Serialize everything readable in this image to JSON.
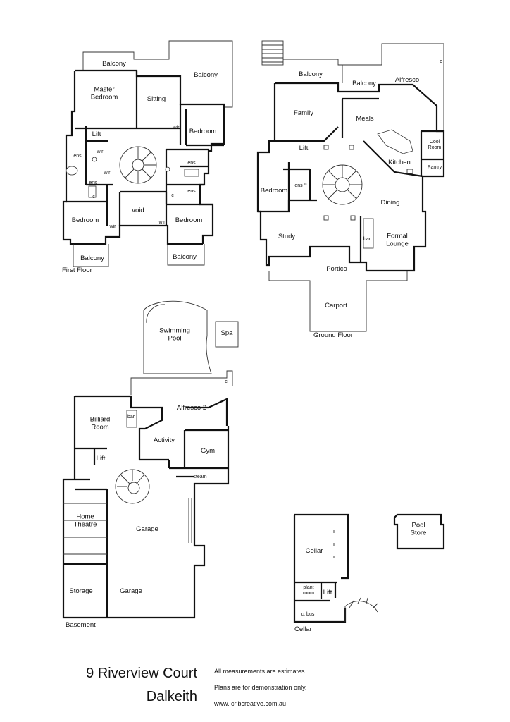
{
  "first_floor": {
    "label": "First Floor",
    "rooms": {
      "balcony_top": "Balcony",
      "balcony_right": "Balcony",
      "master_bedroom": "Master\nBedroom",
      "sitting": "Sitting",
      "lift": "Lift",
      "bedroom_ne": "Bedroom",
      "wir_ne": "wir",
      "ens_master": "ens",
      "wir_master_a": "wir",
      "wir_master_b": "wir",
      "ens_center": "ens",
      "ens_right": "ens",
      "ens_right2": "ens",
      "c_small": "c",
      "c_left": "c",
      "void": "void",
      "bedroom_sw": "Bedroom",
      "wir_sw": "wir",
      "wir_se": "wir",
      "bedroom_se": "Bedroom",
      "balcony_sw": "Balcony",
      "balcony_se": "Balcony"
    }
  },
  "ground_floor": {
    "label": "Ground Floor",
    "rooms": {
      "balcony_left": "Balcony",
      "balcony_mid": "Balcony",
      "alfresco": "Alfresco",
      "c": "c",
      "family": "Family",
      "meals": "Meals",
      "lift": "Lift",
      "cool_room": "Cool\nRoom",
      "pantry": "Pantry",
      "kitchen": "Kitchen",
      "bedroom": "Bedroom",
      "ens": "ens",
      "c_small": "c",
      "dining": "Dining",
      "study": "Study",
      "bar": "bar",
      "formal_lounge": "Formal\nLounge",
      "portico": "Portico",
      "carport": "Carport"
    }
  },
  "basement": {
    "label": "Basement",
    "rooms": {
      "swimming_pool": "Swimming\nPool",
      "spa": "Spa",
      "alfresco2": "Alfresco 2",
      "c": "c",
      "billiard_room": "Billiard\nRoom",
      "bar": "bar",
      "activity": "Activity",
      "gym": "Gym",
      "lift": "Lift",
      "steam": "steam",
      "home_theatre": "Home\nTheatre",
      "garage_upper": "Garage",
      "garage_lower": "Garage",
      "storage": "Storage"
    }
  },
  "cellar": {
    "label": "Cellar",
    "rooms": {
      "cellar": "Cellar",
      "plant_room": "plant\nroom",
      "lift": "Lift",
      "c_bus": "c. bus",
      "pool_store": "Pool\nStore"
    }
  },
  "footer": {
    "address_line1": "9 Riverview Court",
    "address_line2": "Dalkeith",
    "note1": "All measurements are estimates.",
    "note2": "Plans are for demonstration only.",
    "website": "www. cribcreative.com.au"
  }
}
